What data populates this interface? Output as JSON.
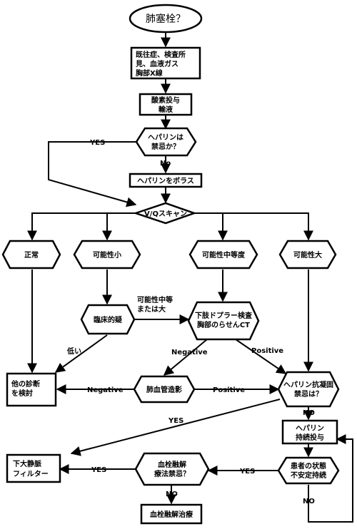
{
  "nodes": {
    "start": {
      "lines": [
        "肺塞栓？"
      ]
    },
    "history": {
      "lines": [
        "既往症、検査所",
        "見、血液ガス",
        "胸部X線"
      ]
    },
    "oxygen": {
      "lines": [
        "酸素投与",
        "輸液"
      ]
    },
    "heparin_contra": {
      "lines": [
        "ヘパリンは",
        "禁忌か？"
      ]
    },
    "heparin_bolus": {
      "lines": [
        "ヘパリンをボラス"
      ]
    },
    "vq_scan": {
      "lines": [
        "V/Qスキャン"
      ]
    },
    "normal": {
      "lines": [
        "正常"
      ]
    },
    "prob_low": {
      "lines": [
        "可能性小"
      ]
    },
    "prob_mid": {
      "lines": [
        "可能性中等度"
      ]
    },
    "prob_high": {
      "lines": [
        "可能性大"
      ]
    },
    "clinical": {
      "lines": [
        "臨床的疑"
      ]
    },
    "doppler": {
      "lines": [
        "下肢ドプラー検査",
        "胸部のらせんCT"
      ]
    },
    "other_dx": {
      "lines": [
        "他の診断",
        "を検討"
      ]
    },
    "angio": {
      "lines": [
        "肺血管造影"
      ]
    },
    "anticoag_contra": {
      "lines": [
        "ヘパリン抗凝固",
        "禁忌は？"
      ]
    },
    "heparin_cont": {
      "lines": [
        "ヘパリン",
        "持続投与"
      ]
    },
    "ivc_filter": {
      "lines": [
        "下大静脈",
        "フィルター"
      ]
    },
    "lysis_contra": {
      "lines": [
        "血栓融解",
        "療法禁忌？"
      ]
    },
    "unstable": {
      "lines": [
        "患者の状態",
        "不安定持続"
      ]
    },
    "lysis": {
      "lines": [
        "血栓融解治療"
      ]
    }
  },
  "labels": {
    "yes_heparin": "YES",
    "no_heparin": "No",
    "mid_or_high": [
      "可能性中等",
      "または大"
    ],
    "low": "低い",
    "negative_doppler": "Negative",
    "positive_doppler": "Positive",
    "negative_angio": "Negative",
    "positive_angio": "Positive",
    "no_anticoag": "NO",
    "yes_anticoag": "YES",
    "yes_lysis": "YES",
    "yes_unstable": "YES",
    "no_lysis": "NO",
    "no_unstable": "NO"
  }
}
